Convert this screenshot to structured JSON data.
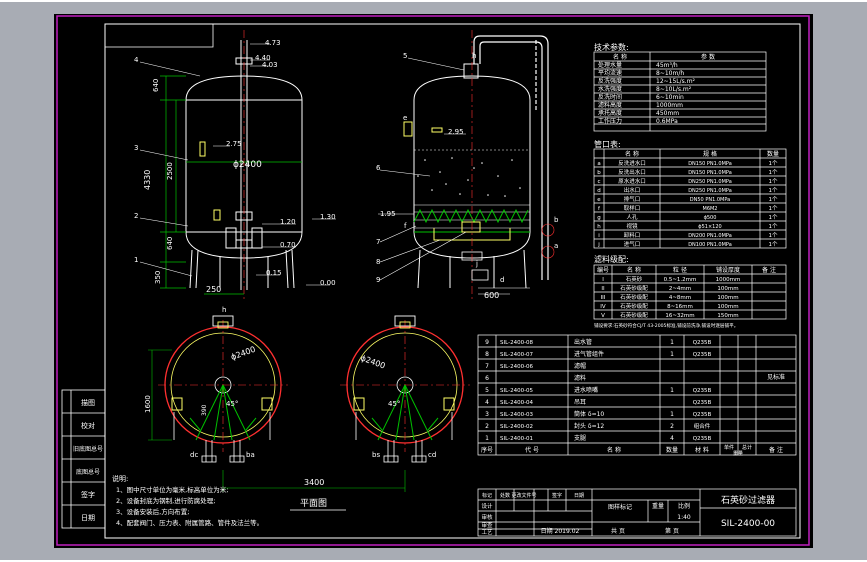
{
  "colors": {
    "outer_bg": "#ffffff",
    "window_bg": "#a8acb4",
    "paper": "#000000",
    "border_magenta": "#c020c0",
    "line_white": "#ffffff",
    "line_yellow": "#ffff66",
    "line_red": "#ff3030",
    "line_green": "#00c000",
    "line_cyan": "#40e0e0"
  },
  "elevation_left": {
    "nozzle_marks": [
      "4.73",
      "4.40",
      "4.03",
      "2.75",
      "1.20",
      "1.30",
      "0.70",
      "0.15",
      "0.00"
    ],
    "dim_left": [
      "640",
      "4330",
      "2500",
      "640",
      "350"
    ],
    "diameter_label": "ϕ2400",
    "bottom_dim": "250",
    "part_numbers": [
      "4",
      "3",
      "2",
      "1"
    ]
  },
  "elevation_right": {
    "marks": [
      "2.95",
      "1.95"
    ],
    "part_numbers": [
      "5",
      "6",
      "7",
      "8",
      "9"
    ],
    "nozzle_letters": [
      "h",
      "e",
      "b",
      "a",
      "f",
      "j",
      "d"
    ],
    "bottom_dim": "600"
  },
  "plan_views": {
    "diameter_label": "ϕ2400",
    "dim_vertical": "1600",
    "dim_small": "390",
    "angle_label": "45°",
    "top_letter": "h",
    "left_letters": [
      "dc",
      "ba"
    ],
    "right_letters": [
      "bs",
      "cd"
    ],
    "span_dim": "3400",
    "caption": "平面图"
  },
  "tech_params": {
    "title": "技术参数:",
    "header": [
      "名 称",
      "参 数"
    ],
    "rows": [
      [
        "处理水量",
        "45m³/h"
      ],
      [
        "平均流速",
        "8~10m/h"
      ],
      [
        "反洗强度",
        "12~15L/s.m²"
      ],
      [
        "水洗强度",
        "8~10L/s.m²"
      ],
      [
        "反洗时间",
        "6~10min"
      ],
      [
        "滤料高度",
        "1000mm"
      ],
      [
        "承托高度",
        "450mm"
      ],
      [
        "工作压力",
        "0.6MPa"
      ]
    ]
  },
  "nozzle_table": {
    "title": "管口表:",
    "header": [
      "",
      "名 称",
      "规 格",
      "数量"
    ],
    "rows": [
      [
        "a",
        "反洗进水口",
        "DN150 PN1.0MPa",
        "1个"
      ],
      [
        "b",
        "反洗出水口",
        "DN150 PN1.0MPa",
        "1个"
      ],
      [
        "c",
        "原水进水口",
        "DN250 PN1.0MPa",
        "1个"
      ],
      [
        "d",
        "出水口",
        "DN250 PN1.0MPa",
        "1个"
      ],
      [
        "e",
        "排气口",
        "DN50 PN1.0MPa",
        "1个"
      ],
      [
        "f",
        "取样口",
        "M6M2",
        "1个"
      ],
      [
        "g",
        "人孔",
        "ϕ500",
        "1个"
      ],
      [
        "h",
        "视镜",
        "ϕ51×120",
        "1个"
      ],
      [
        "i",
        "卸料口",
        "DN200 PN1.0MPa",
        "1个"
      ],
      [
        "j",
        "进气口",
        "DN100 PN1.0MPa",
        "1个"
      ]
    ]
  },
  "media_table": {
    "title": "滤料级配:",
    "header": [
      "编号",
      "名 称",
      "粒 径",
      "铺设厚度",
      "备 注"
    ],
    "rows": [
      [
        "I",
        "石英砂",
        "0.5~1.2mm",
        "1000mm",
        ""
      ],
      [
        "II",
        "石英砂级配",
        "2~4mm",
        "100mm",
        ""
      ],
      [
        "III",
        "石英砂级配",
        "4~8mm",
        "100mm",
        ""
      ],
      [
        "IV",
        "石英砂级配",
        "8~16mm",
        "100mm",
        ""
      ],
      [
        "V",
        "石英砂级配",
        "16~32mm",
        "150mm",
        ""
      ]
    ],
    "footnote": "铺设要求:石英砂符合CJ/T 43-2005标准,铺设前洗净,铺设时逐层铺平。"
  },
  "parts_list": {
    "header": [
      "序号",
      "代 号",
      "名 称",
      "数量",
      "材 料",
      "单件",
      "总计",
      "备 注"
    ],
    "weight_label": "重量",
    "rows": [
      [
        "9",
        "SIL-2400-08",
        "出水管",
        "1",
        "Q235B"
      ],
      [
        "8",
        "SIL-2400-07",
        "进气管组件",
        "1",
        "Q235B"
      ],
      [
        "7",
        "SIL-2400-06",
        "滤帽",
        "",
        ""
      ],
      [
        "6",
        "",
        "滤料",
        "",
        ""
      ],
      [
        "5",
        "SIL-2400-05",
        "进水喷嘴",
        "1",
        "Q235B"
      ],
      [
        "4",
        "SIL-2400-04",
        "吊耳",
        "",
        "Q235B"
      ],
      [
        "3",
        "SIL-2400-03",
        "筒体 δ=10",
        "1",
        "Q235B"
      ],
      [
        "2",
        "SIL-2400-02",
        "封头 δ=12",
        "2",
        "组合件"
      ],
      [
        "1",
        "SIL-2400-01",
        "支腿",
        "4",
        "Q235B"
      ]
    ],
    "side_note": "见标准"
  },
  "notes": {
    "title": "说明:",
    "items": [
      "1、图中尺寸单位为毫米,标高单位为米;",
      "2、设备封底为钢制,进行防腐处理;",
      "3、设备安装后,方向布置;",
      "4、配套阀门、压力表、附属管路、管件及法兰等。"
    ]
  },
  "left_stamp": {
    "rows": [
      "描图",
      "校对",
      "旧底图总号",
      "底图总号",
      "签字",
      "日期"
    ]
  },
  "title_block": {
    "drawing_name": "石英砂过滤器",
    "drawing_number": "SIL-2400-00",
    "row_labels": [
      "标记",
      "处数",
      "更改文件号",
      "签字",
      "日期"
    ],
    "roles": [
      "设计",
      "审核",
      "审查",
      "工艺"
    ],
    "mid_labels": [
      "图样标记",
      "重量",
      "比例"
    ],
    "scale": "1:40",
    "date": "日期 2019.02",
    "sheet": "共 页",
    "sheet_no": "第 页"
  }
}
